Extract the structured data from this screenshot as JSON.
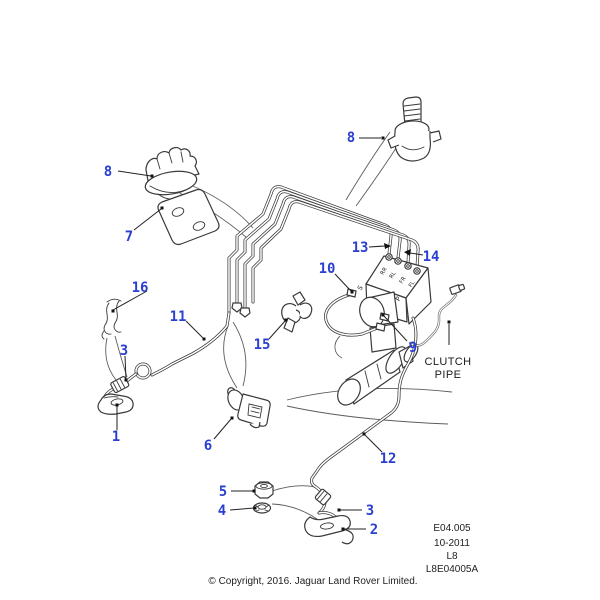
{
  "figure": {
    "background": "#ffffff",
    "line_color": "#3a3a3a",
    "callout_color": "#2a3fd0",
    "callouts": [
      {
        "id": "clip-multi-left",
        "label": "8"
      },
      {
        "id": "bracket-plate",
        "label": "7"
      },
      {
        "id": "spring-clip",
        "label": "16"
      },
      {
        "id": "front-brake-pipe",
        "label": "11"
      },
      {
        "id": "front-hose",
        "label": "3"
      },
      {
        "id": "front-bracket",
        "label": "1"
      },
      {
        "id": "mid-clip",
        "label": "15"
      },
      {
        "id": "connector-valve",
        "label": "6"
      },
      {
        "id": "nut",
        "label": "5"
      },
      {
        "id": "washer",
        "label": "4"
      },
      {
        "id": "rear-hose",
        "label": "3"
      },
      {
        "id": "rear-bracket",
        "label": "2"
      },
      {
        "id": "rear-brake-pipe",
        "label": "12"
      },
      {
        "id": "loop-pipe",
        "label": "10"
      },
      {
        "id": "modulator-pipe",
        "label": "9"
      },
      {
        "id": "pipe-upper",
        "label": "13"
      },
      {
        "id": "pipe-lower",
        "label": "14"
      },
      {
        "id": "clip-stud-right",
        "label": "8"
      }
    ],
    "clutch_pipe_label": {
      "line1": "CLUTCH",
      "line2": "PIPE"
    },
    "module_port_labels": [
      "RR",
      "RL",
      "FR",
      "FL"
    ],
    "module_markings": [
      "S",
      "P"
    ],
    "title_block": {
      "section": "E04.005",
      "date": "10-2011",
      "model": "L8",
      "drawing": "L8E04005A"
    },
    "copyright": "© Copyright, 2016. Jaguar Land Rover Limited."
  }
}
